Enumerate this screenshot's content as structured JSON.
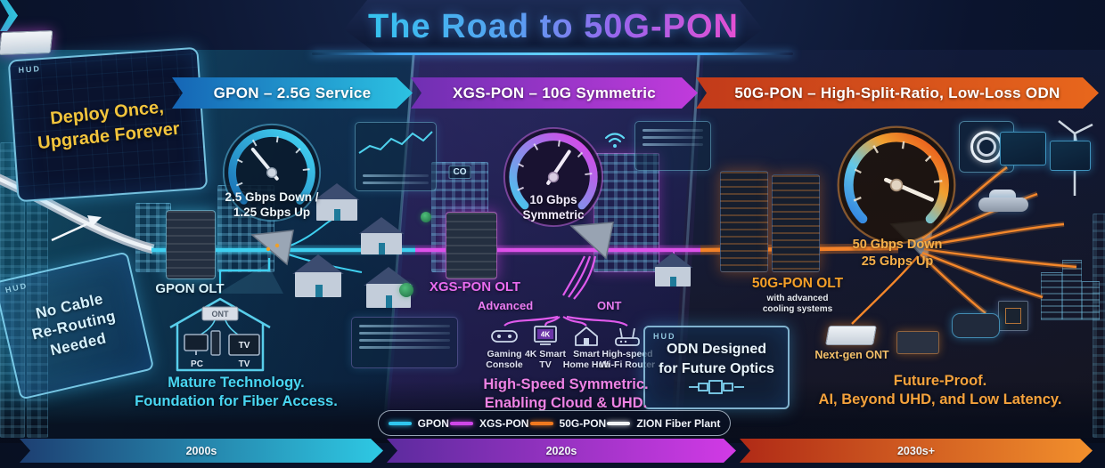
{
  "title": "The Road to 50G-PON",
  "panels": {
    "deploy": {
      "tag": "HUD",
      "line1": "Deploy Once,",
      "line2": "Upgrade Forever"
    },
    "no_cable": {
      "tag": "HUD",
      "line1": "No Cable",
      "line2": "Re-Routing",
      "line3": "Needed"
    },
    "odn": {
      "tag": "HUD",
      "line1": "ODN Designed",
      "line2": "for Future Optics"
    }
  },
  "gpon": {
    "header": "GPON – 2.5G Service",
    "gauge_line1": "2.5 Gbps Down /",
    "gauge_line2": "1.25 Gbps Up",
    "olt": "GPON OLT",
    "co_tag": "CO",
    "ont": "ONT",
    "pc": "PC",
    "tv": "TV",
    "tv_screen": "TV",
    "summary1": "Mature Technology.",
    "summary2": "Foundation for Fiber Access."
  },
  "xgs": {
    "header": "XGS-PON – 10G Symmetric",
    "gauge_line1": "10 Gbps",
    "gauge_line2": "Symmetric",
    "olt": "XGS-PON OLT",
    "co_tag": "CO",
    "ont_left": "Advanced",
    "ont_right": "ONT",
    "devices": [
      {
        "line1": "Gaming",
        "line2": "Console"
      },
      {
        "line1": "4K Smart",
        "line2": "TV",
        "badge": "4K"
      },
      {
        "line1": "Smart",
        "line2": "Home Hub"
      },
      {
        "line1": "High-speed",
        "line2": "Wi-Fi Router"
      }
    ],
    "summary1": "High-Speed Symmetric.",
    "summary2": "Enabling Cloud & UHD."
  },
  "g50": {
    "header": "50G-PON – High-Split-Ratio, Low-Loss ODN",
    "gauge_line1": "50 Gbps Down",
    "gauge_line2": "25 Gbps Up",
    "olt": "50G-PON OLT",
    "olt_sub1": "with advanced",
    "olt_sub2": "cooling systems",
    "ont": "Next-gen ONT",
    "summary1": "Future-Proof.",
    "summary2": "AI, Beyond UHD, and Low Latency."
  },
  "legend": {
    "items": [
      {
        "label": "GPON",
        "color": "#2fc6ef"
      },
      {
        "label": "XGS-PON",
        "color": "#cf46e8"
      },
      {
        "label": "50G-PON",
        "color": "#f0791f"
      },
      {
        "label": "ZION Fiber Plant",
        "color": "#f2f4f6"
      }
    ]
  },
  "timeline": [
    {
      "label": "2000s"
    },
    {
      "label": "2020s"
    },
    {
      "label": "2030s+"
    }
  ]
}
